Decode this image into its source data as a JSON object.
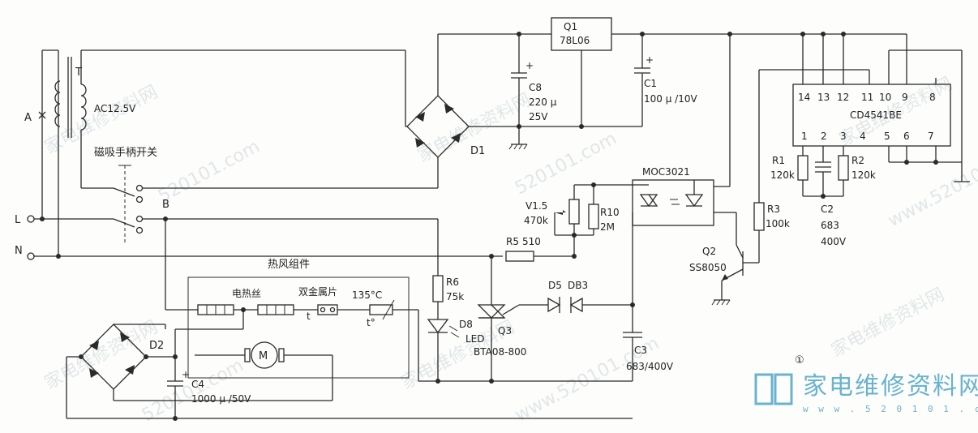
{
  "figure_number": "①",
  "watermark": {
    "text_cn": "家电维修资料网",
    "text_url": "520101.com",
    "text_url_long": "www.520101.com"
  },
  "logo": {
    "text": "家电维修资料网",
    "url": "w w w . 5 2 0 1 0 1 . c o m",
    "color": "#69b3cf"
  },
  "terminals": {
    "a": "A",
    "l": "L",
    "n": "N",
    "b": "B"
  },
  "transformer": {
    "ref": "T",
    "value": "AC12.5V"
  },
  "switch_label": "磁吸手柄开关",
  "q1": {
    "ref": "Q1",
    "value": "78L06"
  },
  "c8": {
    "ref": "C8",
    "value1": "220 μ",
    "value2": "25V"
  },
  "c1": {
    "ref": "C1",
    "value": "100 μ /10V"
  },
  "d1": {
    "ref": "D1"
  },
  "ic": {
    "ref": "CD4541BE",
    "top_pins": [
      "14",
      "13",
      "12",
      "11",
      "10",
      "9",
      "8"
    ],
    "bottom_pins": [
      "1",
      "2",
      "3",
      "4",
      "5",
      "6",
      "7"
    ]
  },
  "r1": {
    "ref": "R1",
    "value": "120k"
  },
  "r2": {
    "ref": "R2",
    "value": "120k"
  },
  "c2": {
    "ref": "C2",
    "value1": "683",
    "value2": "400V"
  },
  "moc": {
    "ref": "MOC3021"
  },
  "v1": {
    "ref": "V1.5",
    "value": "470k"
  },
  "r10": {
    "ref": "R10",
    "value": "2M"
  },
  "r3": {
    "ref": "R3",
    "value": "100k"
  },
  "q2": {
    "ref": "Q2",
    "value": "SS8050"
  },
  "r5": {
    "ref": "R5",
    "value": "510"
  },
  "hot_air_label": "热风组件",
  "heater_label": "电热丝",
  "bimetal_label": "双金属片",
  "thermostat": {
    "temp": "135°C",
    "t_small": "t",
    "t_deg": "t°"
  },
  "r6": {
    "ref": "R6",
    "value": "75k"
  },
  "d5": {
    "ref": "D5",
    "value": "DB3"
  },
  "d8": {
    "ref": "D8",
    "value": "LED"
  },
  "q3": {
    "ref": "Q3",
    "value": "BTA08-800"
  },
  "c3": {
    "ref": "C3",
    "value": "683/400V"
  },
  "d2": {
    "ref": "D2"
  },
  "c4": {
    "ref": "C4",
    "value": "1000 μ /50V"
  },
  "motor": {
    "symbol": "M"
  }
}
